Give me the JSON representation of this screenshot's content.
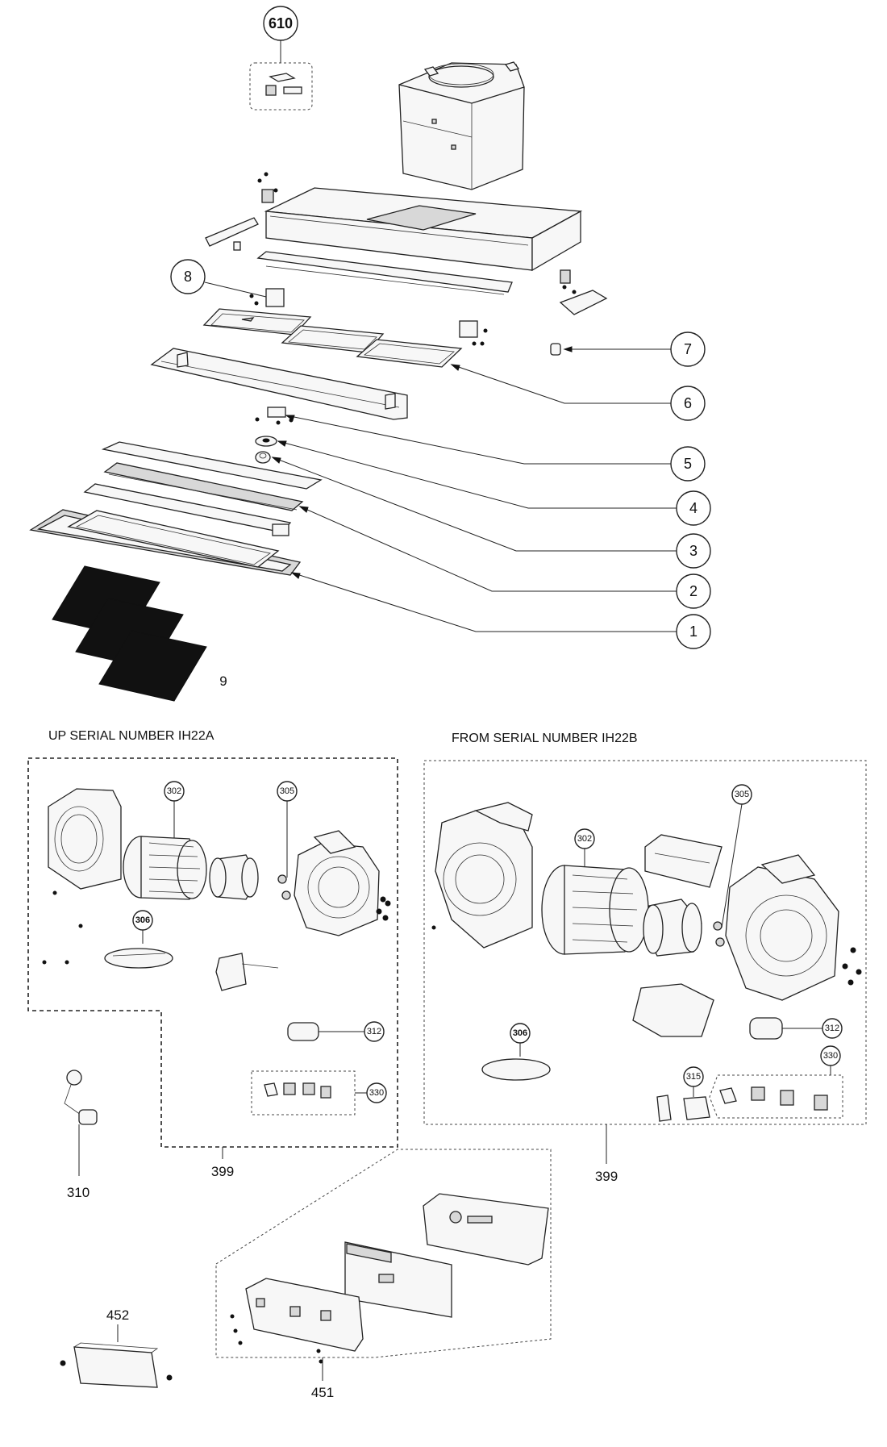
{
  "headings": {
    "left": "UP SERIAL NUMBER IH22A",
    "right": "FROM SERIAL NUMBER IH22B"
  },
  "callouts": {
    "c610": "610",
    "c8": "8",
    "c7": "7",
    "c6": "6",
    "c5": "5",
    "c4": "4",
    "c3": "3",
    "c2": "2",
    "c1": "1",
    "c9": "9",
    "l302": "302",
    "l305": "305",
    "l306": "306",
    "l312": "312",
    "l330": "330",
    "l399": "399",
    "l310": "310",
    "r302": "302",
    "r305": "305",
    "r306": "306",
    "r312": "312",
    "r330": "330",
    "r315": "315",
    "r399": "399",
    "c452": "452",
    "c451": "451"
  }
}
